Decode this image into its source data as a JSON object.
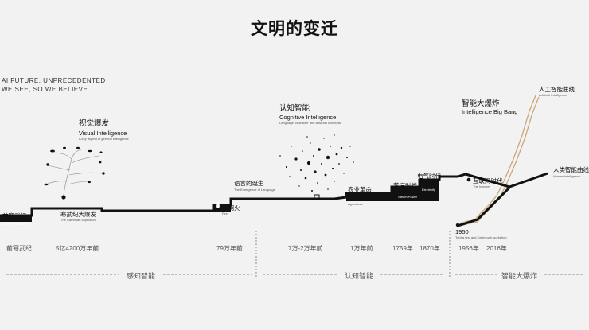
{
  "title": "文明的变迁",
  "ai_note": {
    "line1": "AI FUTURE, UNPRECEDENTED",
    "line2": "WE SEE, SO WE BELIEVE"
  },
  "labels": {
    "precambrian": "前寒武纪",
    "precambrian_tag": "Early Precambrian",
    "cambrian": "寒武纪大爆发",
    "cambrian_en": "The Cambrian Explosion",
    "visual_cn": "视觉爆发",
    "visual_en": "Visual Intelligence",
    "visual_sub": "A key aspect of general intelligence",
    "fire_cn": "发明火",
    "fire_en": "Fire",
    "language_cn": "语言的诞生",
    "language_en": "The Emergence of Language",
    "cognitive_cn": "认知智能",
    "cognitive_en": "Cognitive Intelligence",
    "cognitive_sub": "Language, character and abstract concepts",
    "agri_cn": "农业革命",
    "agri_en": "Agriculture",
    "steam_cn": "蒸汽时代",
    "steam_tag": "Steam Power",
    "electric_cn": "电气时代",
    "electric_tag": "Electricity",
    "internet_cn": "互联网时代",
    "internet_en": "The Internet",
    "bigbang_cn": "智能大爆炸",
    "bigbang_en": "Intelligence Big Bang",
    "ai_curve_cn": "人工智能曲线",
    "ai_curve_en": "Artificial Intelligence",
    "human_curve_cn": "人类智能曲线",
    "human_curve_en": "Human Intelligence",
    "y1950": "1950",
    "y1950_sub": "Turing test and Dartmouth workshop"
  },
  "dates": [
    "前寒武纪",
    "5亿4200万年前",
    "79万年前",
    "7万-2万年前",
    "1万年前",
    "1759年",
    "1870年",
    "1956年",
    "2016年"
  ],
  "phases": [
    "感知智能",
    "认知智能",
    "智能大爆炸"
  ]
}
